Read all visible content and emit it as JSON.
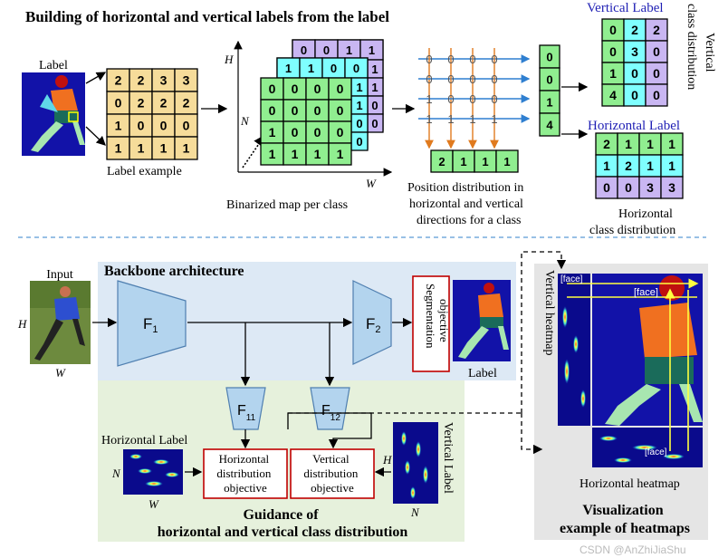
{
  "top_title": "Building of horizontal and vertical labels from the label",
  "label_caption": "Label",
  "label_example_caption": "Label example",
  "label_matrix": [
    [
      "2",
      "2",
      "3",
      "3"
    ],
    [
      "0",
      "2",
      "2",
      "2"
    ],
    [
      "1",
      "0",
      "0",
      "0"
    ],
    [
      "1",
      "1",
      "1",
      "1"
    ]
  ],
  "axis_h": "H",
  "axis_n": "N",
  "axis_w": "W",
  "binarized_caption": "Binarized map per class",
  "layer_purple_row": [
    "0",
    "0",
    "1",
    "1"
  ],
  "layer_cyan_row": [
    "1",
    "1",
    "0",
    "0"
  ],
  "layer_cyan_col": [
    "1",
    "1",
    "0",
    "0"
  ],
  "layer_purple_col": [
    "1",
    "1",
    "0",
    "0"
  ],
  "binary_matrix": [
    [
      "0",
      "0",
      "0",
      "0"
    ],
    [
      "0",
      "0",
      "0",
      "0"
    ],
    [
      "1",
      "0",
      "0",
      "0"
    ],
    [
      "1",
      "1",
      "1",
      "1"
    ]
  ],
  "position_grid_values": [
    "0",
    "0",
    "1",
    "4"
  ],
  "column_sums": [
    "2",
    "1",
    "1",
    "1"
  ],
  "position_caption": [
    "Position distribution in",
    "horizontal and vertical",
    "directions for a class"
  ],
  "vertical_label_title": "Vertical Label",
  "vertical_class_caption": [
    "Vertical",
    "class distribution"
  ],
  "vertical_label_matrix": [
    [
      "0",
      "2",
      "2"
    ],
    [
      "0",
      "3",
      "0"
    ],
    [
      "1",
      "0",
      "0"
    ],
    [
      "4",
      "0",
      "0"
    ]
  ],
  "horizontal_label_title": "Horizontal Label",
  "horizontal_label_matrix": [
    [
      "2",
      "1",
      "1",
      "1"
    ],
    [
      "1",
      "2",
      "1",
      "1"
    ],
    [
      "0",
      "0",
      "3",
      "3"
    ]
  ],
  "horizontal_class_caption": [
    "Horizontal",
    "class distribution"
  ],
  "input_caption": "Input",
  "backbone_title": "Backbone architecture",
  "f1": "F",
  "f1_sub": "1",
  "f2": "F",
  "f2_sub": "2",
  "f11": "F",
  "f11_sub": "11",
  "f12": "F",
  "f12_sub": "12",
  "segmentation_objective": [
    "Segmentation",
    "objective"
  ],
  "label_bottom_caption": "Label",
  "horizontal_label_heat_title": "Horizontal Label",
  "vertical_label_heat_title": "Vertical Label",
  "horizontal_objective": [
    "Horizontal",
    "distribution",
    "objective"
  ],
  "vertical_objective": [
    "Vertical",
    "distribution",
    "objective"
  ],
  "guidance_title": [
    "Guidance of",
    "horizontal and vertical class distribution"
  ],
  "vertical_heatmap_caption": "Vertical heatmap",
  "horizontal_heatmap_caption": "Horizontal heatmap",
  "face_tag": "[face]",
  "visualization_title": [
    "Visualization",
    "example of heatmaps"
  ],
  "watermark": "CSDN @AnZhiJiaShu",
  "colors": {
    "tan": "#f6dc9a",
    "green": "#90ee90",
    "cyan": "#7fffff",
    "purple": "#c9b6f2",
    "backbone_bg": "#dde9f5",
    "guidance_bg": "#e6f1dc",
    "viz_bg": "#e5e5e5",
    "block_fill": "#b3d4ee",
    "label_blue": "#1f1fb4",
    "objective_red": "#c00000"
  }
}
